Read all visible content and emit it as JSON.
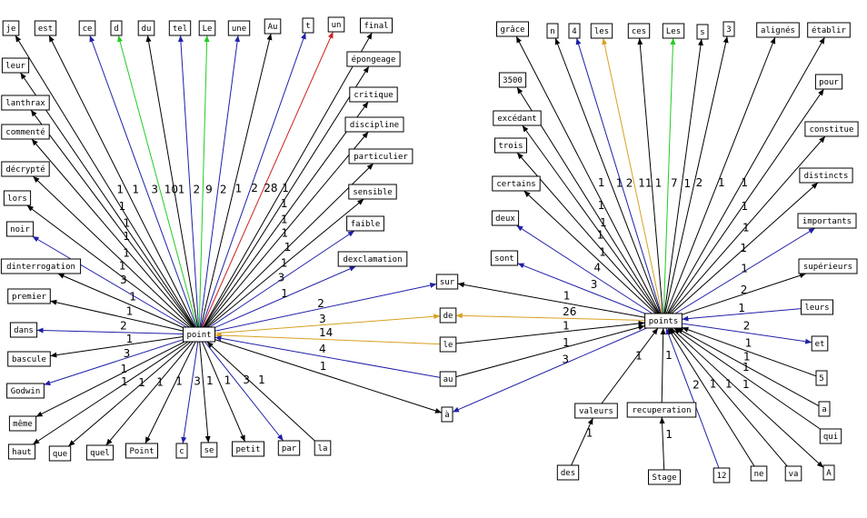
{
  "graph": {
    "colors": {
      "black": "#000000",
      "blue": "#1f1fa8",
      "green": "#22cc22",
      "red": "#cc2222",
      "orange": "#d9a020"
    },
    "nodes": [
      {
        "id": "point",
        "label": "point",
        "hub": true
      },
      {
        "id": "points",
        "label": "points",
        "hub": true
      },
      {
        "id": "je",
        "label": "je"
      },
      {
        "id": "est",
        "label": "est"
      },
      {
        "id": "ce",
        "label": "ce"
      },
      {
        "id": "d",
        "label": "d"
      },
      {
        "id": "du",
        "label": "du"
      },
      {
        "id": "tel",
        "label": "tel"
      },
      {
        "id": "Le",
        "label": "Le"
      },
      {
        "id": "une",
        "label": "une"
      },
      {
        "id": "Au",
        "label": "Au"
      },
      {
        "id": "t",
        "label": "t"
      },
      {
        "id": "un",
        "label": "un"
      },
      {
        "id": "final",
        "label": "final"
      },
      {
        "id": "leur",
        "label": "leur"
      },
      {
        "id": "epongeage",
        "label": "épongeage"
      },
      {
        "id": "lanthrax",
        "label": "lanthrax"
      },
      {
        "id": "critique",
        "label": "critique"
      },
      {
        "id": "commente",
        "label": "commenté"
      },
      {
        "id": "discipline",
        "label": "discipline"
      },
      {
        "id": "particulier",
        "label": "particulier"
      },
      {
        "id": "decrypte",
        "label": "décrypté"
      },
      {
        "id": "sensible",
        "label": "sensible"
      },
      {
        "id": "lors",
        "label": "lors"
      },
      {
        "id": "faible",
        "label": "faible"
      },
      {
        "id": "noir",
        "label": "noir"
      },
      {
        "id": "dexclamation",
        "label": "dexclamation"
      },
      {
        "id": "dinterrogation",
        "label": "dinterrogation"
      },
      {
        "id": "premier",
        "label": "premier"
      },
      {
        "id": "dans",
        "label": "dans"
      },
      {
        "id": "bascule",
        "label": "bascule"
      },
      {
        "id": "Godwin",
        "label": "Godwin"
      },
      {
        "id": "meme",
        "label": "même"
      },
      {
        "id": "haut",
        "label": "haut"
      },
      {
        "id": "que",
        "label": "que"
      },
      {
        "id": "quel",
        "label": "quel"
      },
      {
        "id": "Point",
        "label": "Point"
      },
      {
        "id": "c",
        "label": "c"
      },
      {
        "id": "se",
        "label": "se"
      },
      {
        "id": "petit",
        "label": "petit"
      },
      {
        "id": "par",
        "label": "par"
      },
      {
        "id": "la",
        "label": "la"
      },
      {
        "id": "sur",
        "label": "sur"
      },
      {
        "id": "de",
        "label": "de"
      },
      {
        "id": "le",
        "label": "le"
      },
      {
        "id": "au",
        "label": "au"
      },
      {
        "id": "a",
        "label": "à"
      },
      {
        "id": "grace",
        "label": "grâce"
      },
      {
        "id": "n",
        "label": "n"
      },
      {
        "id": "4",
        "label": "4"
      },
      {
        "id": "les",
        "label": "les"
      },
      {
        "id": "ces",
        "label": "ces"
      },
      {
        "id": "Les",
        "label": "Les"
      },
      {
        "id": "s",
        "label": "s"
      },
      {
        "id": "3",
        "label": "3"
      },
      {
        "id": "alignes",
        "label": "alignés"
      },
      {
        "id": "etablir",
        "label": "établir"
      },
      {
        "id": "3500",
        "label": "3500"
      },
      {
        "id": "pour",
        "label": "pour"
      },
      {
        "id": "excedant",
        "label": "excédant"
      },
      {
        "id": "constitue",
        "label": "constitue"
      },
      {
        "id": "trois",
        "label": "trois"
      },
      {
        "id": "distincts",
        "label": "distincts"
      },
      {
        "id": "certains",
        "label": "certains"
      },
      {
        "id": "deux",
        "label": "deux"
      },
      {
        "id": "importants",
        "label": "importants"
      },
      {
        "id": "sont",
        "label": "sont"
      },
      {
        "id": "superieurs",
        "label": "supérieurs"
      },
      {
        "id": "leurs",
        "label": "leurs"
      },
      {
        "id": "et",
        "label": "et"
      },
      {
        "id": "5",
        "label": "5"
      },
      {
        "id": "valeurs",
        "label": "valeurs"
      },
      {
        "id": "recuperation",
        "label": "recuperation"
      },
      {
        "id": "a2",
        "label": "a"
      },
      {
        "id": "qui",
        "label": "qui"
      },
      {
        "id": "des",
        "label": "des"
      },
      {
        "id": "Stage",
        "label": "Stage"
      },
      {
        "id": "12",
        "label": "12"
      },
      {
        "id": "ne",
        "label": "ne"
      },
      {
        "id": "va",
        "label": "va"
      },
      {
        "id": "A",
        "label": "A"
      }
    ],
    "edges": [
      {
        "from": "point",
        "to": "je",
        "w": "1",
        "c": "black"
      },
      {
        "from": "point",
        "to": "est",
        "w": "1",
        "c": "black"
      },
      {
        "from": "point",
        "to": "ce",
        "w": "3",
        "c": "blue"
      },
      {
        "from": "point",
        "to": "d",
        "w": "10",
        "c": "green"
      },
      {
        "from": "point",
        "to": "du",
        "w": "1",
        "c": "black"
      },
      {
        "from": "point",
        "to": "tel",
        "w": "2",
        "c": "blue"
      },
      {
        "from": "point",
        "to": "Le",
        "w": "9",
        "c": "green"
      },
      {
        "from": "point",
        "to": "une",
        "w": "2",
        "c": "blue"
      },
      {
        "from": "point",
        "to": "Au",
        "w": "1",
        "c": "black"
      },
      {
        "from": "point",
        "to": "t",
        "w": "2",
        "c": "blue"
      },
      {
        "from": "point",
        "to": "un",
        "w": "28",
        "c": "red"
      },
      {
        "from": "point",
        "to": "final",
        "w": "1",
        "c": "black"
      },
      {
        "from": "point",
        "to": "leur",
        "w": "1",
        "c": "black"
      },
      {
        "from": "point",
        "to": "epongeage",
        "w": "1",
        "c": "black"
      },
      {
        "from": "point",
        "to": "lanthrax",
        "w": "1",
        "c": "black"
      },
      {
        "from": "point",
        "to": "critique",
        "w": "1",
        "c": "black"
      },
      {
        "from": "point",
        "to": "commente",
        "w": "1",
        "c": "black"
      },
      {
        "from": "point",
        "to": "discipline",
        "w": "1",
        "c": "black"
      },
      {
        "from": "point",
        "to": "particulier",
        "w": "1",
        "c": "black"
      },
      {
        "from": "point",
        "to": "decrypte",
        "w": "1",
        "c": "black"
      },
      {
        "from": "point",
        "to": "sensible",
        "w": "1",
        "c": "black"
      },
      {
        "from": "point",
        "to": "lors",
        "w": "1",
        "c": "black"
      },
      {
        "from": "point",
        "to": "faible",
        "w": "3",
        "c": "blue"
      },
      {
        "from": "point",
        "to": "noir",
        "w": "3",
        "c": "blue"
      },
      {
        "from": "point",
        "to": "dexclamation",
        "w": "1",
        "c": "blue"
      },
      {
        "from": "point",
        "to": "dinterrogation",
        "w": "1",
        "c": "black"
      },
      {
        "from": "point",
        "to": "premier",
        "w": "1",
        "c": "black"
      },
      {
        "from": "point",
        "to": "dans",
        "w": "2",
        "c": "blue"
      },
      {
        "from": "point",
        "to": "bascule",
        "w": "1",
        "c": "black"
      },
      {
        "from": "point",
        "to": "Godwin",
        "w": "3",
        "c": "blue"
      },
      {
        "from": "point",
        "to": "meme",
        "w": "1",
        "c": "black"
      },
      {
        "from": "point",
        "to": "haut",
        "w": "1",
        "c": "black"
      },
      {
        "from": "point",
        "to": "que",
        "w": "1",
        "c": "black"
      },
      {
        "from": "point",
        "to": "quel",
        "w": "1",
        "c": "black"
      },
      {
        "from": "point",
        "to": "Point",
        "w": "1",
        "c": "black"
      },
      {
        "from": "point",
        "to": "c",
        "w": "3",
        "c": "blue"
      },
      {
        "from": "point",
        "to": "se",
        "w": "1",
        "c": "black"
      },
      {
        "from": "point",
        "to": "petit",
        "w": "1",
        "c": "black"
      },
      {
        "from": "point",
        "to": "par",
        "w": "3",
        "c": "blue"
      },
      {
        "from": "la",
        "to": "point",
        "w": "1",
        "c": "black"
      },
      {
        "from": "point",
        "to": "sur",
        "w": "2",
        "c": "blue"
      },
      {
        "from": "point",
        "to": "de",
        "w": "3",
        "c": "orange"
      },
      {
        "from": "le",
        "to": "point",
        "w": "14",
        "c": "orange"
      },
      {
        "from": "au",
        "to": "point",
        "w": "4",
        "c": "blue"
      },
      {
        "from": "point",
        "to": "a",
        "w": "1",
        "c": "black"
      },
      {
        "from": "points",
        "to": "sur",
        "w": "1",
        "c": "black"
      },
      {
        "from": "points",
        "to": "de",
        "w": "26",
        "c": "orange"
      },
      {
        "from": "le",
        "to": "points",
        "w": "1",
        "c": "black"
      },
      {
        "from": "au",
        "to": "points",
        "w": "1",
        "c": "black"
      },
      {
        "from": "points",
        "to": "a",
        "w": "3",
        "c": "blue"
      },
      {
        "from": "points",
        "to": "grace",
        "w": "1",
        "c": "black"
      },
      {
        "from": "points",
        "to": "n",
        "w": "1",
        "c": "black"
      },
      {
        "from": "points",
        "to": "4",
        "w": "2",
        "c": "blue"
      },
      {
        "from": "points",
        "to": "les",
        "w": "11",
        "c": "orange"
      },
      {
        "from": "points",
        "to": "ces",
        "w": "1",
        "c": "black"
      },
      {
        "from": "points",
        "to": "Les",
        "w": "7",
        "c": "green"
      },
      {
        "from": "points",
        "to": "s",
        "w": "1",
        "c": "black"
      },
      {
        "from": "points",
        "to": "3",
        "w": "2",
        "c": "black"
      },
      {
        "from": "points",
        "to": "alignes",
        "w": "1",
        "c": "black"
      },
      {
        "from": "points",
        "to": "etablir",
        "w": "1",
        "c": "black"
      },
      {
        "from": "points",
        "to": "3500",
        "w": "1",
        "c": "black"
      },
      {
        "from": "points",
        "to": "pour",
        "w": "1",
        "c": "black"
      },
      {
        "from": "points",
        "to": "excedant",
        "w": "1",
        "c": "black"
      },
      {
        "from": "points",
        "to": "constitue",
        "w": "1",
        "c": "black"
      },
      {
        "from": "points",
        "to": "trois",
        "w": "1",
        "c": "black"
      },
      {
        "from": "points",
        "to": "distincts",
        "w": "1",
        "c": "black"
      },
      {
        "from": "points",
        "to": "certains",
        "w": "1",
        "c": "black"
      },
      {
        "from": "points",
        "to": "deux",
        "w": "4",
        "c": "blue"
      },
      {
        "from": "points",
        "to": "importants",
        "w": "1",
        "c": "blue"
      },
      {
        "from": "points",
        "to": "sont",
        "w": "3",
        "c": "blue"
      },
      {
        "from": "points",
        "to": "superieurs",
        "w": "2",
        "c": "black"
      },
      {
        "from": "leurs",
        "to": "points",
        "w": "1",
        "c": "blue"
      },
      {
        "from": "points",
        "to": "et",
        "w": "2",
        "c": "blue"
      },
      {
        "from": "5",
        "to": "points",
        "w": "1",
        "c": "black"
      },
      {
        "from": "valeurs",
        "to": "points",
        "w": "1",
        "c": "black"
      },
      {
        "from": "recuperation",
        "to": "points",
        "w": "1",
        "c": "black"
      },
      {
        "from": "a2",
        "to": "points",
        "w": "1",
        "c": "black"
      },
      {
        "from": "qui",
        "to": "points",
        "w": "1",
        "c": "black"
      },
      {
        "from": "des",
        "to": "valeurs",
        "w": "1",
        "c": "black"
      },
      {
        "from": "Stage",
        "to": "recuperation",
        "w": "1",
        "c": "black"
      },
      {
        "from": "12",
        "to": "points",
        "w": "2",
        "c": "blue"
      },
      {
        "from": "ne",
        "to": "points",
        "w": "1",
        "c": "black"
      },
      {
        "from": "va",
        "to": "points",
        "w": "1",
        "c": "black"
      },
      {
        "from": "points",
        "to": "A",
        "w": "1",
        "c": "black"
      }
    ]
  }
}
